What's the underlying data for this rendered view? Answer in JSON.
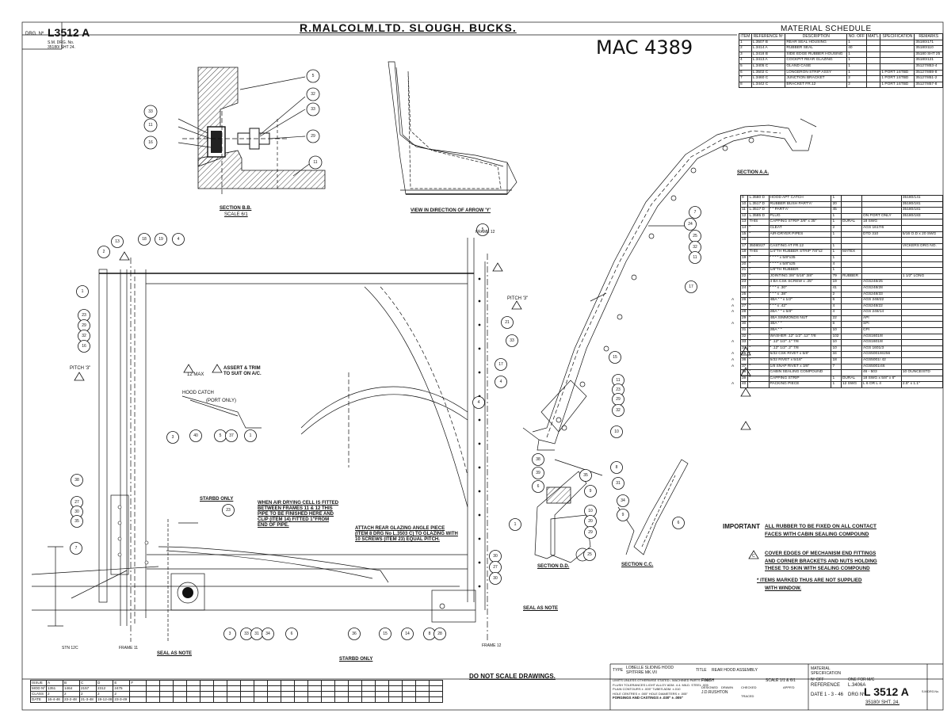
{
  "header": {
    "company": "R.MALCOLM.LTD.  SLOUGH. BUCKS.",
    "dwg_label": "DRG. Nº",
    "dwg_no": "L3512 A",
    "sub_dwg": "S.M. DRG. No.",
    "sub_dwg_no": "35180/ SHT 24.",
    "handwritten": "MAC 4389"
  },
  "sections": {
    "bb_title": "SECTION B.B.",
    "bb_scale": "SCALE 6/1",
    "view_title": "VIEW IN DIRECTION OF ARROW 'Y'",
    "aa_title": "SECTION A.A.",
    "dd_title": "SECTION D.D.",
    "cc_title": "SECTION C.C.",
    "sealed_only_1": "STARBD ONLY",
    "sealed_only_2": "STARBD ONLY",
    "seal_as_note_1": "SEAL AS NOTE",
    "seal_as_note_2": "SEAL AS NOTE",
    "air_drying_note": [
      "WHEN AIR DRYING CELL IS FITTED",
      "BETWEEN FRAMES 11 & 12 THIS",
      "PIPE TO BE FINISHED HERE AND",
      "CLIP (ITEM 14) FITTED 1\"FROM",
      "END OF PIPE."
    ],
    "attach_note": [
      "ATTACH REAR GLAZING ANGLE PIECE",
      "(ITEM 8 DRG No L.3503 C) TO GLAZING WITH",
      "10 SCREWS (ITEM 23) EQUAL PITCH."
    ],
    "assert_trim": [
      "ASSERT & TRIM",
      "TO SUIT ON A/C."
    ],
    "pitch_1": "PITCH '3\"",
    "pitch_2": "PITCH '3\"",
    "pitch_3": "PITCH '3\"",
    "hood_catch": "HOOD CATCH",
    "port_only": "(PORT ONLY)",
    "dim_12max": "12 MAX",
    "frame_11": "FRAME 11",
    "frame_12": "FRAME 12",
    "frame_12b": "FRAME 12",
    "stn": "STN 12C"
  },
  "material_schedule": {
    "title": "MATERIAL   SCHEDULE",
    "headers": [
      "ITEM",
      "REFERENCE Nº",
      "DESCRIPTION",
      "NO. OFF",
      "MAT'L",
      "SPECIFICATION",
      "REMARKS"
    ],
    "rows": [
      [
        "1",
        "L.3507 B",
        "REAR SEAL HOUSING",
        "1",
        "",
        "",
        "35180/171"
      ],
      [
        "2",
        "L.3414 A",
        "RUBBER SEAL",
        "40",
        "",
        "",
        "35180/110"
      ],
      [
        "3",
        "L.3418 B",
        "SIDE EDGE RUBBER HOUSING",
        "1",
        "",
        "",
        "35180 SHT 25"
      ],
      [
        "4",
        "L.3413 A",
        "COCKPIT REAR GLAZING",
        "1",
        "",
        "",
        "35180/121"
      ],
      [
        "5",
        "L.3405 C",
        "GLAND CASE",
        "1",
        "",
        "",
        "35127/853-4"
      ],
      [
        "6",
        "L.3502 C",
        "LONGERON STRIP ASSY",
        "1",
        "",
        "1 PORT 1STBD",
        "35127/869-8"
      ],
      [
        "7",
        "L.3460 C",
        "JUNCTION BRACKET",
        "2",
        "",
        "1 PORT 1STBD",
        "35127/851-2"
      ],
      [
        "8",
        "L.3442 C",
        "BRACKET FR.12",
        "2",
        "",
        "1 PORT 1STBD",
        "35127/857-8"
      ]
    ],
    "rows2": [
      [
        "",
        "9",
        "L.3580 D",
        "HOOD APT CATCH",
        "1",
        "",
        "",
        "35180/141"
      ],
      [
        "",
        "10",
        "L.3517 D",
        "RUBBER BUSH PART'A'",
        "20",
        "",
        "",
        "35180/181"
      ],
      [
        "",
        "11",
        "L.3517 D",
        "\"    \"    PART'A'",
        "45",
        "",
        "",
        "35180/181"
      ],
      [
        "",
        "12",
        "L.3585 D",
        "PLUG",
        "1",
        "",
        "ON PORT ONLY",
        "35180/183"
      ],
      [
        "",
        "13",
        "THIS",
        "CAPPING STRIP 3/8\" x 35\"",
        "1",
        "DURAL",
        "18 SWG",
        ""
      ],
      [
        "",
        "14",
        "\"",
        "CLEAT",
        "2",
        "",
        "AGS 1617/6",
        ""
      ],
      [
        "",
        "15",
        "\"",
        "AIR-DRYER PIPES",
        "1",
        "",
        "DTD 310",
        "5/16 O.D x 20 SWG"
      ],
      [
        "",
        "16",
        "",
        "",
        "",
        "",
        "",
        ""
      ],
      [
        "",
        "17",
        "35080/27",
        "CASTING AT FR.12",
        "1",
        "",
        "",
        "VICKERS DRG NO."
      ],
      [
        "",
        "18",
        "THIS",
        "1/4\"TH RUBBER STRIP 7/8\"x2",
        "1",
        "MATEX",
        "",
        ""
      ],
      [
        "",
        "19",
        "\"",
        "\"   \"   \"   \"   x 5/8\"x35",
        "1",
        "",
        "",
        ""
      ],
      [
        "",
        "20",
        "\"",
        "\"   \"   \"   \"   x 5/8\"x25",
        "4",
        "",
        "",
        ""
      ],
      [
        "",
        "21",
        "\"",
        "1/8\"TH RUBBER",
        "1",
        "",
        "",
        ""
      ],
      [
        "",
        "22",
        "\"",
        "JOINTING 3/8\" 5/16\" 3/8\"",
        "79",
        "RUBBER",
        "",
        "1 1/2\" LONG"
      ],
      [
        "",
        "23",
        "\"",
        "4 BA CSK SCREW x .25\"",
        "19",
        "",
        "AGS248/25",
        ""
      ],
      [
        "",
        "24",
        "\"",
        "\"   \"   \"   x .30\"",
        "41",
        "",
        "AGS248/28",
        ""
      ],
      [
        "",
        "25",
        "\"",
        "\"   \"   \"   x .38\"",
        "2",
        "",
        "AGS248/33",
        ""
      ],
      [
        "A",
        "26",
        "\"",
        "4BA  \"   \"   x 1/2\"",
        "6",
        "",
        "AGS 248/22",
        ""
      ],
      [
        "A",
        "27",
        "\"",
        "\"   \"   \"   x .42\"",
        "4",
        "",
        "AGS248/22",
        ""
      ],
      [
        "A",
        "28",
        "\"",
        "2BA  \"   \"   x 5/8\"",
        "4",
        "",
        "AGS 248/14",
        ""
      ],
      [
        "",
        "29",
        "\"",
        "4BA SIMMONDS NUT",
        "22",
        "",
        "API",
        ""
      ],
      [
        "A",
        "30",
        "\"",
        "4BA  \"   \"",
        "6",
        "",
        "SPI",
        ""
      ],
      [
        "",
        "31",
        "\"",
        "2BA  \"   \"",
        "10",
        "",
        "CPI",
        ""
      ],
      [
        "",
        "32",
        "\"",
        "WASHER .12\" 1/2\" .12\" 7/8",
        "102",
        "",
        "AGS1601/8",
        ""
      ],
      [
        "A",
        "33",
        "\"",
        "\"   .12\" 1/2\" .1\" 7/8",
        "10",
        "",
        "AGS1601/8",
        ""
      ],
      [
        "",
        "34",
        "\"",
        "\"   .12\" 1/2\" .2\" 7/8",
        "10",
        "",
        "AGS 1601/3",
        ""
      ],
      [
        "A",
        "35",
        "\"",
        "5/32 CSK RIVET x 5/8\"",
        "34",
        "",
        "AGS5001/8/256",
        ""
      ],
      [
        "A",
        "36",
        "\"",
        "5/32 RIVET x 5/16\"",
        "18",
        "",
        "AGS5001/ 42",
        ""
      ],
      [
        "A",
        "37",
        "\"",
        "1/8 SNAP RIVET x 3/8\"",
        "7",
        "",
        "AGS5001/46",
        ""
      ],
      [
        "",
        "38",
        "\"",
        "CABIN SEALING COMPOUND",
        "",
        "",
        "46 - 503",
        "10 OUNCE/STD"
      ],
      [
        "",
        "39",
        "\"",
        "CAPPING STRIP",
        "1",
        "DURAL",
        "18 SWG x 5/8\" x 6\"",
        ""
      ],
      [
        "A",
        "40",
        "\"",
        "PACKING PIECE",
        "1",
        "12 SWG",
        "L 6 OR L 4",
        "2.5\" x 1.1\""
      ]
    ]
  },
  "notes": {
    "important_label": "IMPORTANT",
    "important_text": [
      "ALL RUBBER TO BE FIXED ON ALL CONTACT",
      "FACES WITH CABIN SEALING  COMPOUND"
    ],
    "note_c_marker": "C",
    "note_c_text": [
      "COVER EDGES OF MECHANISM END FITTINGS",
      "AND CORNER BRACKETS AND NUTS HOLDING",
      "THESE TO SKIN WITH SEALING COMPOUND"
    ],
    "star_note": [
      "* ITEMS MARKED THUS ARE NOT SUPPLIED",
      "WITH WINDOW."
    ],
    "do_not_scale": "DO NOT SCALE DRAWINGS."
  },
  "balloons_bb": [
    "5",
    "32",
    "33",
    "29",
    "11",
    "33",
    "11",
    "16"
  ],
  "balloons_main": [
    "2",
    "13",
    "18",
    "19",
    "4",
    "1",
    "23",
    "29",
    "32",
    "16",
    "38",
    "27",
    "30",
    "35",
    "7",
    "4",
    "17",
    "21",
    "33",
    "24",
    "25",
    "32",
    "11",
    "17",
    "15",
    "11",
    "23",
    "29",
    "32",
    "3",
    "4",
    "40",
    "5",
    "37",
    "1",
    "23",
    "3",
    "33",
    "31",
    "34",
    "6",
    "36",
    "15",
    "14",
    "8",
    "28",
    "30",
    "27",
    "30",
    "35",
    "9",
    "10",
    "8",
    "38",
    "39",
    "6",
    "10",
    "20",
    "29",
    "25",
    "31",
    "34",
    "9",
    "1",
    "6",
    "5",
    "7",
    "12",
    "11"
  ],
  "revisions": {
    "labels": [
      "ISSUE",
      "MOD Nº",
      "CLASS",
      "DATE"
    ],
    "cols": [
      "A",
      "B",
      "C",
      "D",
      "E",
      "F"
    ],
    "mod": [
      "1351",
      "1464",
      "2157",
      "2312",
      "2475"
    ],
    "class": [
      "2",
      "2",
      "2",
      "2",
      "2"
    ],
    "date": [
      "16-4-46",
      "23-2-48",
      "21-3-48",
      "19-12-48",
      "23-3-49"
    ]
  },
  "title_block": {
    "type_label": "TYPE",
    "type_value": "LOBELLE SLIDING HOOD SPITFIRE MK.VII",
    "title_label": "TITLE",
    "title_value": "REAR HOOD ASSEMBLY",
    "limits": [
      "LIMITS UNLESS OTHERWISE STATED:- MACHINED PARTS ± .005\"",
      "FLUSH TOLERANCES LIGHT ALLOY ADM. 4.4. MILD. STEEL .005",
      "PLAIN CONTOURS ± .005\" TUBES ADM. ±.010",
      "HOLE CENTRES ± .005\" HOLE DIAMETERS ± .005\"",
      "FORGINGS AND CASTINGS ± .030\" ± .005\""
    ],
    "finish_label": "FINISH",
    "scale_label": "SCALE 1/1 & 6/1",
    "designed": "DESIGNED",
    "drawn": "DRAWN",
    "checked": "CHECKED",
    "traced": "TRACED",
    "approved": "APPR'D",
    "drawn_by": "J.D.RUSHTON",
    "material_spec": "MATERIAL SPECIFICATION",
    "no_off": "Nº OFF",
    "one_for": "ONE FOR M/C",
    "reference_label": "REFERENCE",
    "reference_value": "L.3406A",
    "date_label": "DATE",
    "date_value": "1 - 3 - 46",
    "drg_label": "DRG Nº",
    "drg_value": "L 3512 A",
    "sheet_ref": "35180/ SHT. 24.",
    "small_ref": "S.M.DRG.No."
  }
}
